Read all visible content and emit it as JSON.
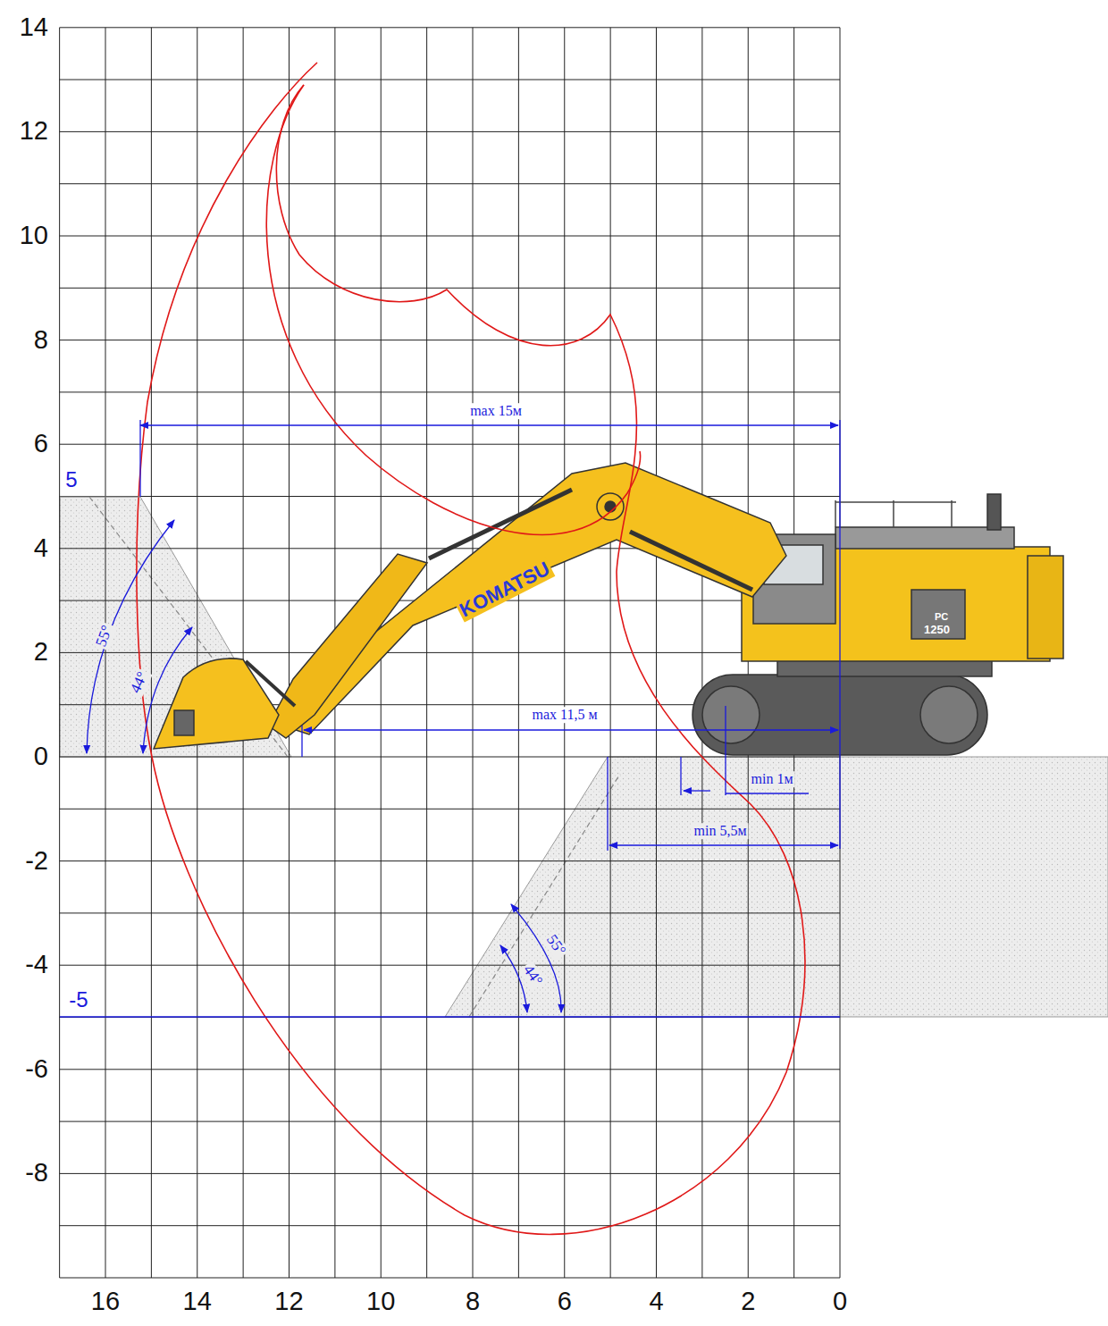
{
  "diagram": {
    "labels": [
      "14",
      "12",
      "10",
      "8",
      "6",
      "4",
      "2",
      "0",
      "-2",
      "-4",
      "-6",
      "-8",
      "16",
      "14",
      "12",
      "10",
      "8",
      "6",
      "4",
      "2",
      "0",
      "5",
      "-5",
      "max 15м",
      "max 11,5 м",
      "min 1м",
      "min 5,5м",
      "55°",
      "44°",
      "55°",
      "44°",
      "KOMATSU",
      "PC",
      "1250"
    ]
  }
}
